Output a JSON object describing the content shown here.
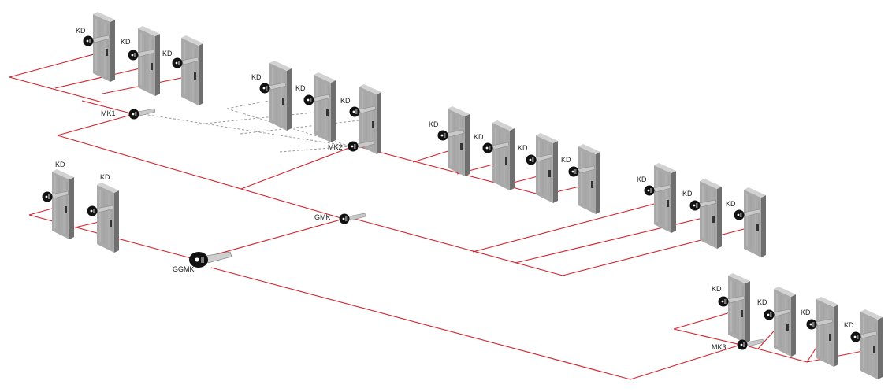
{
  "diagram": {
    "key_labels": {
      "kd": "KD",
      "mk1": "MK1",
      "mk2": "MK2",
      "mk3": "MK3",
      "gmk": "GMK",
      "ggmk": "GGMK"
    },
    "colors": {
      "line": "#d4212b",
      "dashed_line": "#9c9c9c",
      "door_face": "#a7a7a7",
      "door_side": "#6e6e6e",
      "key_head": "#111111"
    },
    "icons": [
      "door-icon",
      "key-icon",
      "cylinder-lock-icon"
    ]
  }
}
